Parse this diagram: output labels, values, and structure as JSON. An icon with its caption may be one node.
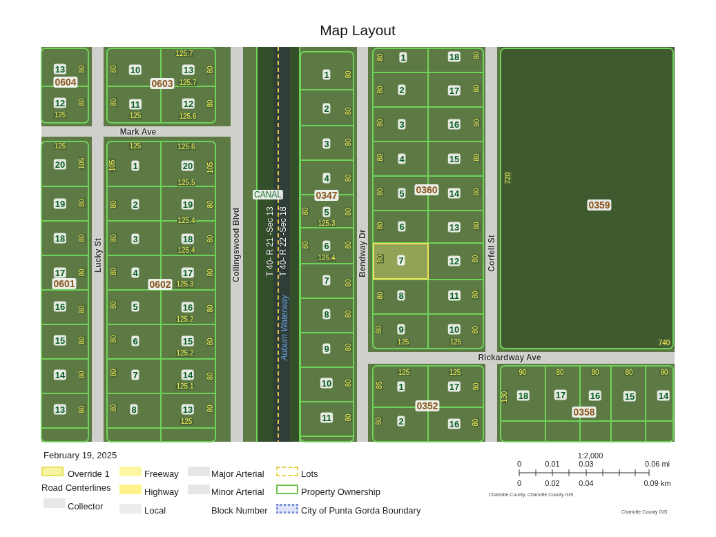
{
  "diagram": {
    "title": "Map Layout",
    "labels": [
      "13",
      "80",
      "0604",
      "12",
      "80",
      "125",
      "125.7",
      "80",
      "10",
      "13",
      "80",
      "0603",
      "125.7",
      "80",
      "11",
      "12",
      "80",
      "125",
      "125.6",
      "Mark Ave",
      "125",
      "20",
      "105",
      "125",
      "105",
      "1",
      "125.6",
      "20",
      "105",
      "125.5",
      "19",
      "80",
      "80",
      "2",
      "19",
      "80",
      "125.4",
      "18",
      "80",
      "80",
      "3",
      "18",
      "80",
      "125.4",
      "Lucky St",
      "Collingswood Blvd",
      "17",
      "80",
      "0601",
      "80",
      "4",
      "17",
      "80",
      "0602",
      "125.3",
      "16",
      "80",
      "80",
      "5",
      "16",
      "80",
      "125.2",
      "15",
      "80",
      "80",
      "6",
      "15",
      "80",
      "125.2",
      "14",
      "80",
      "80",
      "7",
      "14",
      "80",
      "125.1",
      "13",
      "80",
      "80",
      "8",
      "13",
      "80",
      "125",
      "CANAL",
      "T 40- R 21 -Sec 13",
      "T 40- R 22 -Sec 18",
      "Auburn Waterway",
      "1",
      "80",
      "2",
      "80",
      "3",
      "80",
      "4",
      "80",
      "0347",
      "80",
      "5",
      "80",
      "125.3",
      "80",
      "6",
      "80",
      "125.4",
      "7",
      "80",
      "8",
      "80",
      "9",
      "80",
      "10",
      "80",
      "11",
      "80",
      "Bendway Dr",
      "80",
      "1",
      "18",
      "80",
      "80",
      "2",
      "17",
      "80",
      "80",
      "3",
      "16",
      "80",
      "80",
      "4",
      "15",
      "80",
      "80",
      "5",
      "0360",
      "14",
      "80",
      "80",
      "6",
      "13",
      "80",
      "80",
      "7",
      "12",
      "80",
      "80",
      "8",
      "11",
      "80",
      "80",
      "9",
      "10",
      "80",
      "125",
      "125",
      "Corfell St",
      "720",
      "0359",
      "740",
      "Rickardway Ave",
      "125",
      "125",
      "85",
      "1",
      "17",
      "90",
      "0352",
      "80",
      "2",
      "16",
      "80",
      "90",
      "80",
      "80",
      "80",
      "90",
      "130",
      "18",
      "17",
      "16",
      "15",
      "14",
      "0358",
      "February 19, 2025",
      "Road Centerlines",
      "Block Number",
      "1:2,000",
      "0",
      "0.01",
      "0.03",
      "0.06 mi",
      "0",
      "0.02",
      "0.04",
      "0.09 km",
      "Charlotte County, Charlotte County GIS",
      "Charlotte County GIS"
    ],
    "legend": [
      {
        "text": "Override 1",
        "color": "#f7f3a0"
      },
      {
        "text": "Collector",
        "color": "#e8e8e8"
      },
      {
        "text": "Freeway",
        "color": "#fdf6a3"
      },
      {
        "text": "Highway",
        "color": "#fdf38a"
      },
      {
        "text": "Local",
        "color": "#ececec"
      },
      {
        "text": "Major Arterial",
        "color": "#e6e6e6"
      },
      {
        "text": "Minor Arterial",
        "color": "#e6e6e6"
      },
      {
        "text": "Lots"
      },
      {
        "text": "Property Ownership"
      },
      {
        "text": "City of Punta Gorda Boundary"
      }
    ]
  }
}
